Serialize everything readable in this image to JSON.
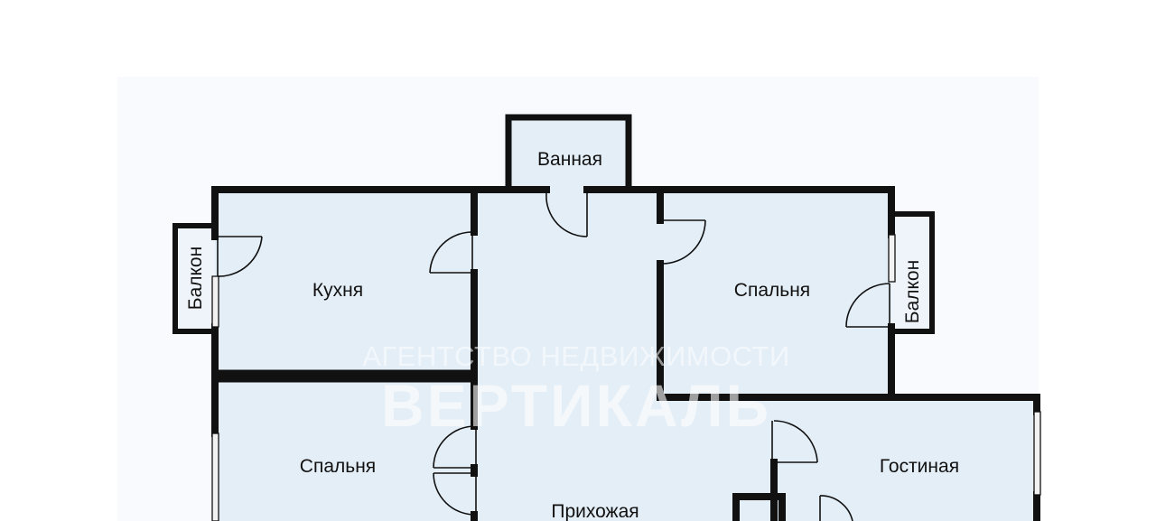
{
  "rooms": {
    "bathroom": "Ванная",
    "kitchen": "Кухня",
    "bedroom_right": "Спальня",
    "bedroom_left": "Спальня",
    "living_room": "Гостиная",
    "hallway": "Прихожая",
    "balcony_left": "Балкон",
    "balcony_right": "Балкон"
  },
  "watermark": {
    "agency_line": "АГЕНТСТВО НЕДВИЖИМОСТИ",
    "brand": "ВЕРТИКАЛЬ"
  },
  "colors": {
    "wall": "#111111",
    "floor": "#e4eef7",
    "balcony_floor": "#eef4fa",
    "window": "#f2f2f2",
    "background": "#ffffff"
  }
}
